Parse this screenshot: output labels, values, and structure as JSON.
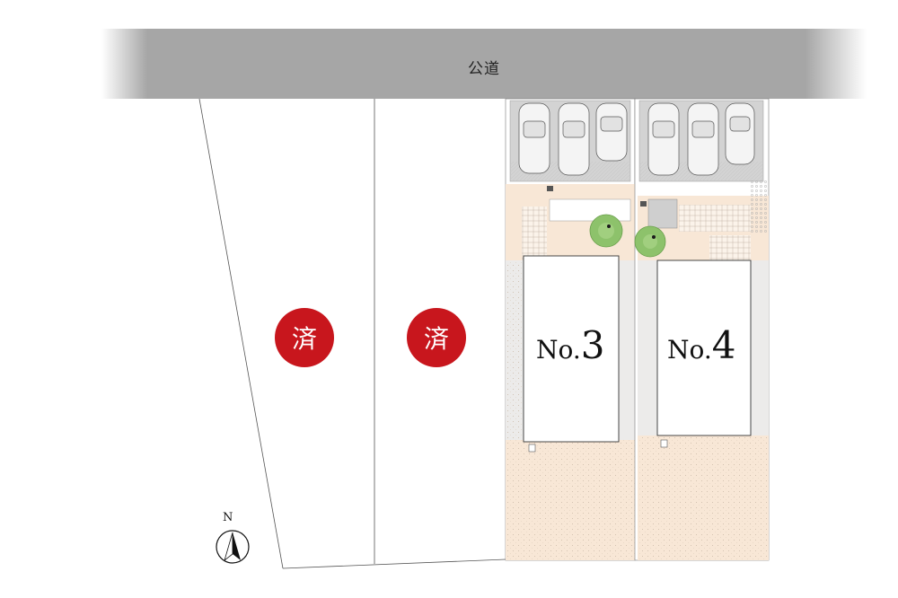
{
  "road": {
    "label": "公道"
  },
  "sold_badges": [
    {
      "text": "済"
    },
    {
      "text": "済"
    }
  ],
  "lots": [
    {
      "prefix": "No.",
      "number": "3"
    },
    {
      "prefix": "No.",
      "number": "4"
    }
  ],
  "compass": {
    "label": "N"
  },
  "colors": {
    "sold_badge": "#c8161d",
    "road": "#a6a6a6",
    "garden": "#f8e7d6",
    "parking": "#d3d3d3"
  }
}
